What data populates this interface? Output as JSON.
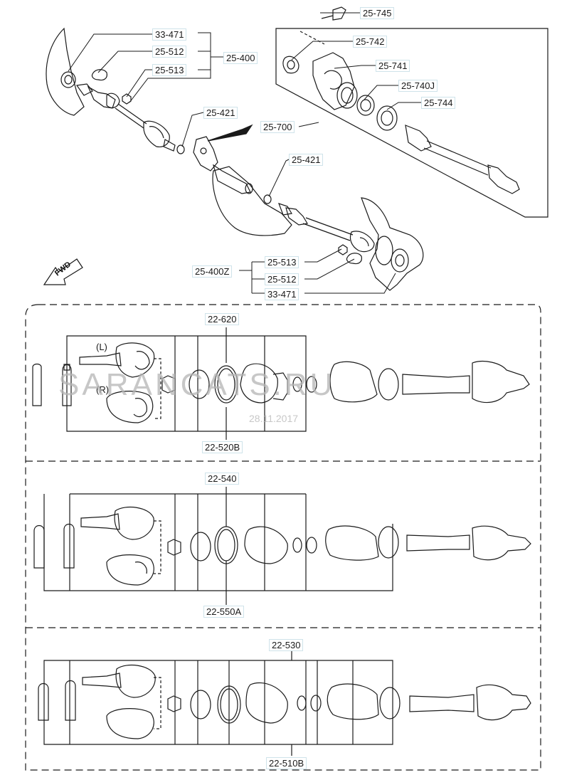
{
  "colors": {
    "line": "#1a1a1a",
    "label_border": "#cfe3ea",
    "watermark": "#b5b5b5"
  },
  "labels": {
    "p25_745": "25-745",
    "p33_471_top": "33-471",
    "p25_512_top": "25-512",
    "p25_400": "25-400",
    "p25_513_top": "25-513",
    "p25_742": "25-742",
    "p25_741": "25-741",
    "p25_740j": "25-740J",
    "p25_744": "25-744",
    "p25_421_a": "25-421",
    "p25_700": "25-700",
    "p25_421_b": "25-421",
    "p25_513_bot": "25-513",
    "p25_400z": "25-400Z",
    "p25_512_bot": "25-512",
    "p33_471_bot": "33-471",
    "p22_620": "22-620",
    "p22_520b": "22-520B",
    "p22_540": "22-540",
    "p22_550a": "22-550A",
    "p22_530": "22-530",
    "p22_510b": "22-510B"
  },
  "side_marks": {
    "left": "(L)",
    "right": "(R)"
  },
  "fwd": "FWD",
  "watermark": {
    "brand": "SARANCATS.RU",
    "date": "28.11.2017"
  }
}
